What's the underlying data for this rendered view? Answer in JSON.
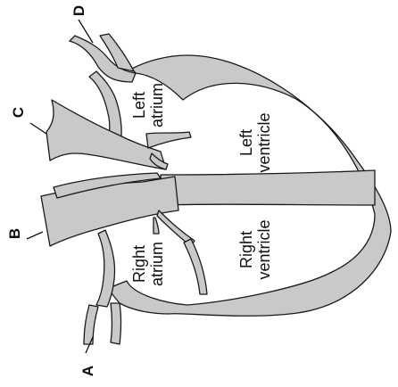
{
  "diagram": {
    "chambers": {
      "left_atrium": [
        "Left",
        "atrium"
      ],
      "left_ventricle": [
        "Left",
        "ventricle"
      ],
      "right_atrium": [
        "Right",
        "atrium"
      ],
      "right_ventricle": [
        "Right",
        "ventricle"
      ]
    },
    "vessel_labels": {
      "a": "A",
      "b": "B",
      "c": "C",
      "d": "D"
    }
  },
  "colors": {
    "tissue_fill": "#c9c9c9",
    "outline": "#1a1a1a",
    "background": "#ffffff"
  }
}
